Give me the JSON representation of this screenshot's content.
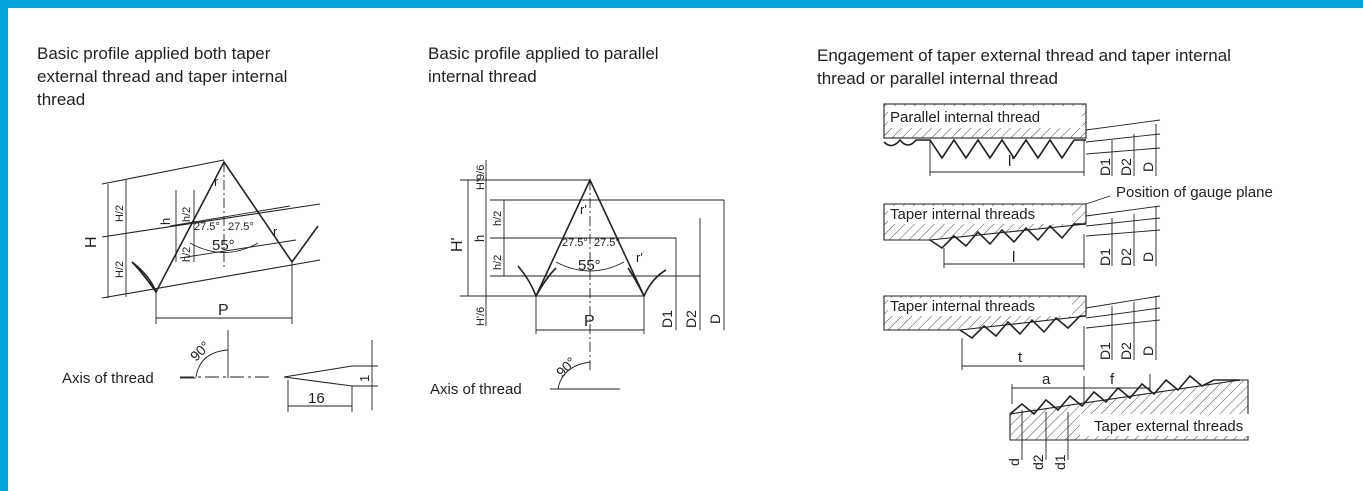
{
  "colors": {
    "accent": "#00a6de",
    "ink": "#222222"
  },
  "panel1": {
    "caption_lines": [
      "Basic profile applied both taper",
      "external thread and taper internal",
      "thread"
    ],
    "labels": {
      "H": "H",
      "H2_top": "H/2",
      "H2_bottom": "H/2",
      "h": "h",
      "h2_top": "h/2",
      "h2_bottom": "h/2",
      "r_top": "r",
      "r_right": "r",
      "angle_left": "27.5°",
      "angle_right": "27.5°",
      "angle_total": "55°",
      "P": "P",
      "right_angle": "90°",
      "axis": "Axis of thread",
      "taper_rise": "1",
      "taper_run": "16"
    }
  },
  "panel2": {
    "caption_lines": [
      "Basic profile applied to parallel",
      "internal thread"
    ],
    "labels": {
      "H9_6": "H'9/6",
      "H_prime": "H'",
      "h": "h",
      "h2_top": "h/2",
      "h2_bottom": "h/2",
      "H_6": "H'/6",
      "r_top": "r'",
      "r_right": "r'",
      "angle_left": "27.5°",
      "angle_right": "27.5°",
      "angle_total": "55°",
      "P": "P",
      "D1": "D1",
      "D2": "D2",
      "D": "D",
      "right_angle": "90°",
      "axis": "Axis of thread"
    }
  },
  "panel3": {
    "caption_lines": [
      "Engagement of taper external thread and taper internal",
      "thread or parallel internal thread"
    ],
    "labels": {
      "parallel_internal": "Parallel internal thread",
      "taper_internal_1": "Taper internal threads",
      "taper_internal_2": "Taper internal threads",
      "taper_external": "Taper external threads",
      "gauge_plane": "Position of gauge plane",
      "l_prime": "l'",
      "l": "l",
      "t": "t",
      "a": "a",
      "f": "f",
      "D1": "D1",
      "D2": "D2",
      "D": "D",
      "d": "d",
      "d2": "d2",
      "d1": "d1"
    }
  }
}
